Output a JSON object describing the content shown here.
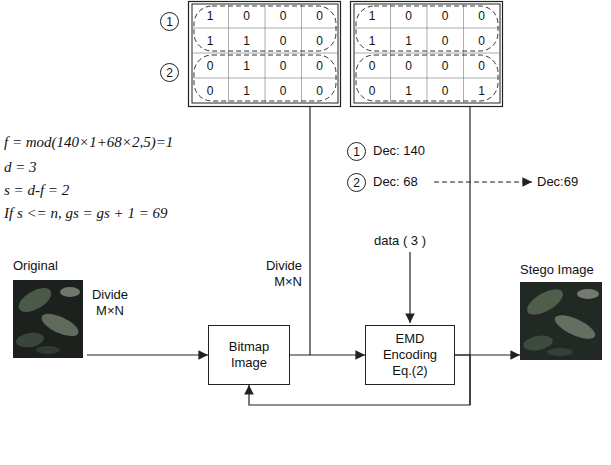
{
  "diagram": {
    "nodes": [
      {
        "text": [
          "Original"
        ]
      },
      {
        "text": [
          "Bitmap Image"
        ]
      },
      {
        "text": [
          "EMD Encoding Eq.(2)"
        ]
      },
      {
        "text": [
          "Stego Image"
        ]
      }
    ],
    "edges": [
      {
        "from": 0,
        "to": 1,
        "arrow": "to",
        "label": "Divide M×N"
      },
      {
        "from": 1,
        "to": 2,
        "arrow": "to"
      },
      {
        "from": 2,
        "to": 3,
        "arrow": "to"
      },
      {
        "from": 2,
        "to": 1,
        "arrow": "to"
      }
    ],
    "labels": [
      "1",
      "2",
      "1",
      "0",
      "0",
      "0",
      "1",
      "1",
      "0",
      "0",
      "0",
      "1",
      "0",
      "0",
      "0",
      "1",
      "0",
      "0",
      "1",
      "0",
      "0",
      "0",
      "1",
      "1",
      "0",
      "0",
      "0",
      "0",
      "0",
      "0",
      "0",
      "1",
      "0",
      "1",
      "f = mod(140×1+68×2,5)=1",
      "d = 3",
      "s = d-f = 2",
      "If s <= n, gs = gs + 1 = 69",
      "1",
      "Dec: 140",
      "2",
      "Dec: 68",
      "Dec:69",
      "Divide M×N",
      "data ( 3 )"
    ]
  }
}
